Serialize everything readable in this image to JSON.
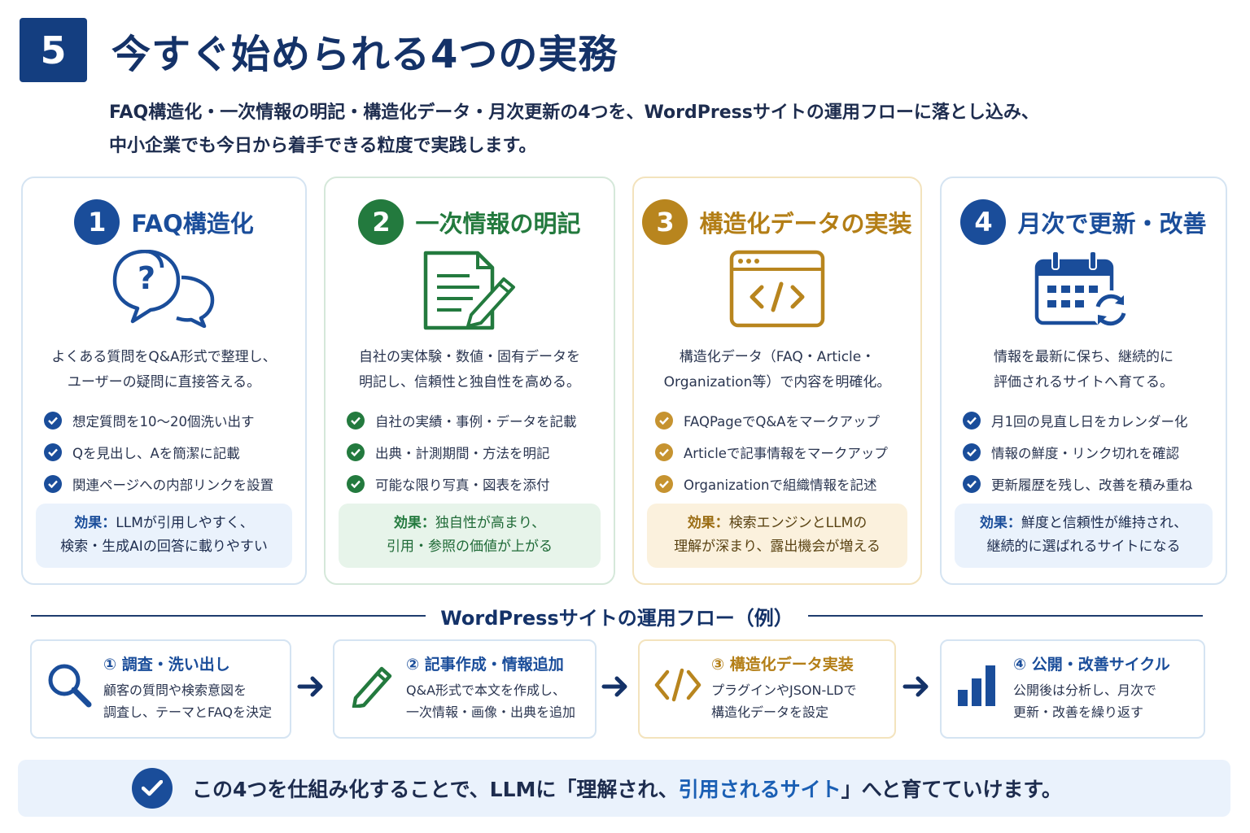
{
  "header": {
    "number": "5",
    "title": "今すぐ始められる4つの実務"
  },
  "intro": {
    "line1": "FAQ構造化・一次情報の明記・構造化データ・月次更新の4つを、WordPressサイトの運用フローに落とし込み、",
    "line2": "中小企業でも今日から着手できる粒度で実践します。"
  },
  "cards": [
    {
      "number": "1",
      "title": "FAQ構造化",
      "icon": "faq-speech-bubbles-icon",
      "color": "#1a4d9a",
      "desc": [
        "よくある質問をQ&A形式で整理し、",
        "ユーザーの疑問に直接答える。"
      ],
      "checks": [
        "想定質問を10〜20個洗い出す",
        "Qを見出し、Aを簡潔に記載",
        "関連ページへの内部リンクを設置"
      ],
      "effect_label": "効果：",
      "effect_line1": "LLMが引用しやすく、",
      "effect_line2": "検索・生成AIの回答に載りやすい"
    },
    {
      "number": "2",
      "title": "一次情報の明記",
      "icon": "document-pencil-icon",
      "color": "#237a3e",
      "desc": [
        "自社の実体験・数値・固有データを",
        "明記し、信頼性と独自性を高める。"
      ],
      "checks": [
        "自社の実績・事例・データを記載",
        "出典・計測期間・方法を明記",
        "可能な限り写真・図表を添付"
      ],
      "effect_label": "効果：",
      "effect_line1": "独自性が高まり、",
      "effect_line2": "引用・参照の価値が上がる"
    },
    {
      "number": "3",
      "title": "構造化データの実装",
      "icon": "code-window-icon",
      "color": "#b8851e",
      "desc": [
        "構造化データ（FAQ・Article・",
        "Organization等）で内容を明確化。"
      ],
      "checks": [
        "FAQPageでQ&Aをマークアップ",
        "Articleで記事情報をマークアップ",
        "Organizationで組織情報を記述"
      ],
      "effect_label": "効果：",
      "effect_line1": "検索エンジンとLLMの",
      "effect_line2": "理解が深まり、露出機会が増える"
    },
    {
      "number": "4",
      "title": "月次で更新・改善",
      "icon": "calendar-refresh-icon",
      "color": "#1a4d9a",
      "desc": [
        "情報を最新に保ち、継続的に",
        "評価されるサイトへ育てる。"
      ],
      "checks": [
        "月1回の見直し日をカレンダー化",
        "情報の鮮度・リンク切れを確認",
        "更新履歴を残し、改善を積み重ね"
      ],
      "effect_label": "効果：",
      "effect_line1": "鮮度と信頼性が維持され、",
      "effect_line2": "継続的に選ばれるサイトになる"
    }
  ],
  "flow": {
    "title": "WordPressサイトの運用フロー（例）",
    "steps": [
      {
        "label": "① 調査・洗い出し",
        "icon": "magnifier-icon",
        "line1": "顧客の質問や検索意図を",
        "line2": "調査し、テーマとFAQを決定"
      },
      {
        "label": "② 記事作成・情報追加",
        "icon": "pencil-icon",
        "line1": "Q&A形式で本文を作成し、",
        "line2": "一次情報・画像・出典を追加"
      },
      {
        "label": "③ 構造化データ実装",
        "icon": "code-brackets-icon",
        "line1": "プラグインやJSON-LDで",
        "line2": "構造化データを設定"
      },
      {
        "label": "④ 公開・改善サイクル",
        "icon": "bar-chart-icon",
        "line1": "公開後は分析し、月次で",
        "line2": "更新・改善を繰り返す"
      }
    ]
  },
  "footer": {
    "text_before": "この4つを仕組み化することで、LLMに「理解され、",
    "text_emphasis": "引用されるサイト",
    "text_after": "」へと育てていけます。"
  },
  "colors": {
    "navy": "#143e80",
    "blue": "#1a4d9a",
    "green": "#237a3e",
    "gold": "#b8851e"
  }
}
